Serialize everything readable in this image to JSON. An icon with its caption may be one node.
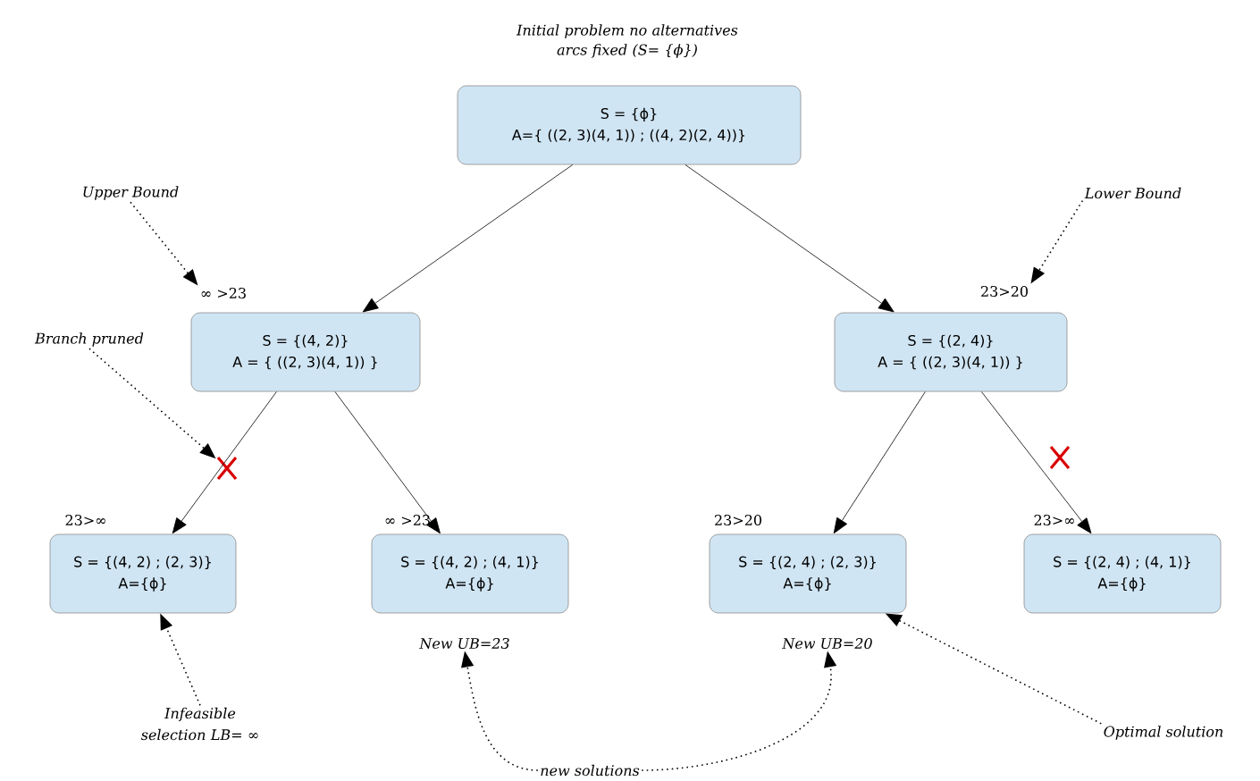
{
  "diagram": {
    "nodes": [
      {
        "text": [
          "S = {ϕ}",
          "A={ ((2, 3)(4, 1)) ; ((4, 2)(2, 4))}"
        ],
        "beside": [
          "Initial problem no alternatives arcs fixed (S= {ϕ})"
        ]
      },
      {
        "text": [
          "S = {(4, 2)}",
          "A = { ((2, 3)(4, 1)) }"
        ],
        "beside": [
          "∞ >23"
        ]
      },
      {
        "text": [
          "S = {(2, 4)}",
          "A = { ((2, 3)(4, 1)) }"
        ],
        "beside": [
          "23>20"
        ]
      },
      {
        "text": [
          "S = {(4, 2) ; (2, 3)}",
          "A={ϕ}"
        ],
        "beside": [
          "23>∞"
        ]
      },
      {
        "text": [
          "S = {(4, 2) ; (4, 1)}",
          "A={ϕ}"
        ],
        "beside": [
          "∞ >23",
          "New UB=23"
        ]
      },
      {
        "text": [
          "S = {(2, 4) ; (2, 3)}",
          "A={ϕ}"
        ],
        "beside": [
          "23>20",
          "New UB=20"
        ]
      },
      {
        "text": [
          "S = {(2, 4) ; (4, 1)}",
          "A={ϕ}"
        ],
        "beside": [
          "23>∞"
        ]
      },
      {
        "text": [
          "Upper Bound"
        ]
      },
      {
        "text": [
          "Branch pruned"
        ]
      },
      {
        "text": [
          "Lower Bound"
        ]
      },
      {
        "text": [
          "Infeasible selection LB= ∞"
        ]
      },
      {
        "text": [
          "new solutions"
        ]
      },
      {
        "text": [
          "Optimal solution"
        ]
      },
      {
        "text": [],
        "shape": "cross"
      },
      {
        "text": [],
        "shape": "cross"
      }
    ],
    "edges": [
      {
        "from": 0,
        "to": 1,
        "arrow": "to"
      },
      {
        "from": 0,
        "to": 2,
        "arrow": "to"
      },
      {
        "from": 1,
        "to": 3,
        "arrow": "to"
      },
      {
        "from": 1,
        "to": 4,
        "arrow": "to"
      },
      {
        "from": 2,
        "to": 5,
        "arrow": "to"
      },
      {
        "from": 2,
        "to": 6,
        "arrow": "to"
      },
      {
        "from": 7,
        "to": 1,
        "arrow": "to",
        "style": "dashed"
      },
      {
        "from": 8,
        "to": 13,
        "arrow": "to",
        "style": "dashed"
      },
      {
        "from": 9,
        "to": 2,
        "arrow": "to",
        "style": "dashed"
      },
      {
        "from": 10,
        "to": 3,
        "arrow": "to",
        "style": "dashed"
      },
      {
        "from": 11,
        "to": 4,
        "arrow": "to",
        "style": "dashed"
      },
      {
        "from": 11,
        "to": 5,
        "arrow": "to",
        "style": "dashed"
      },
      {
        "from": 12,
        "to": 5,
        "arrow": "to",
        "style": "dashed"
      }
    ]
  }
}
